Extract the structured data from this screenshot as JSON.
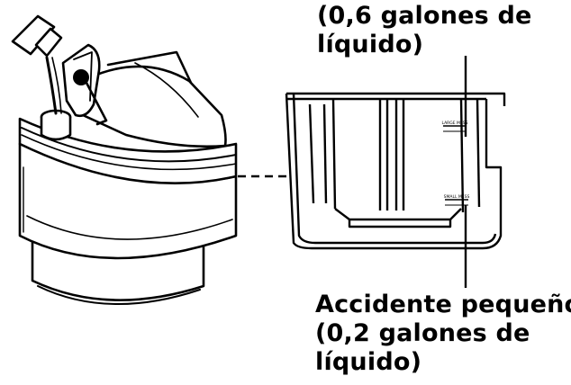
{
  "top_callout": {
    "lines": [
      "(0,6 galones de",
      "líquido)"
    ]
  },
  "bottom_callout": {
    "lines": [
      "Accidente pequeño",
      "(0,2 galones de",
      "líquido)"
    ]
  },
  "tank_marks": {
    "upper_mark_label": "LARGE MESS",
    "lower_mark_label": "SMALL MESS"
  },
  "colors": {
    "ink": "#000000",
    "paper": "#ffffff"
  }
}
